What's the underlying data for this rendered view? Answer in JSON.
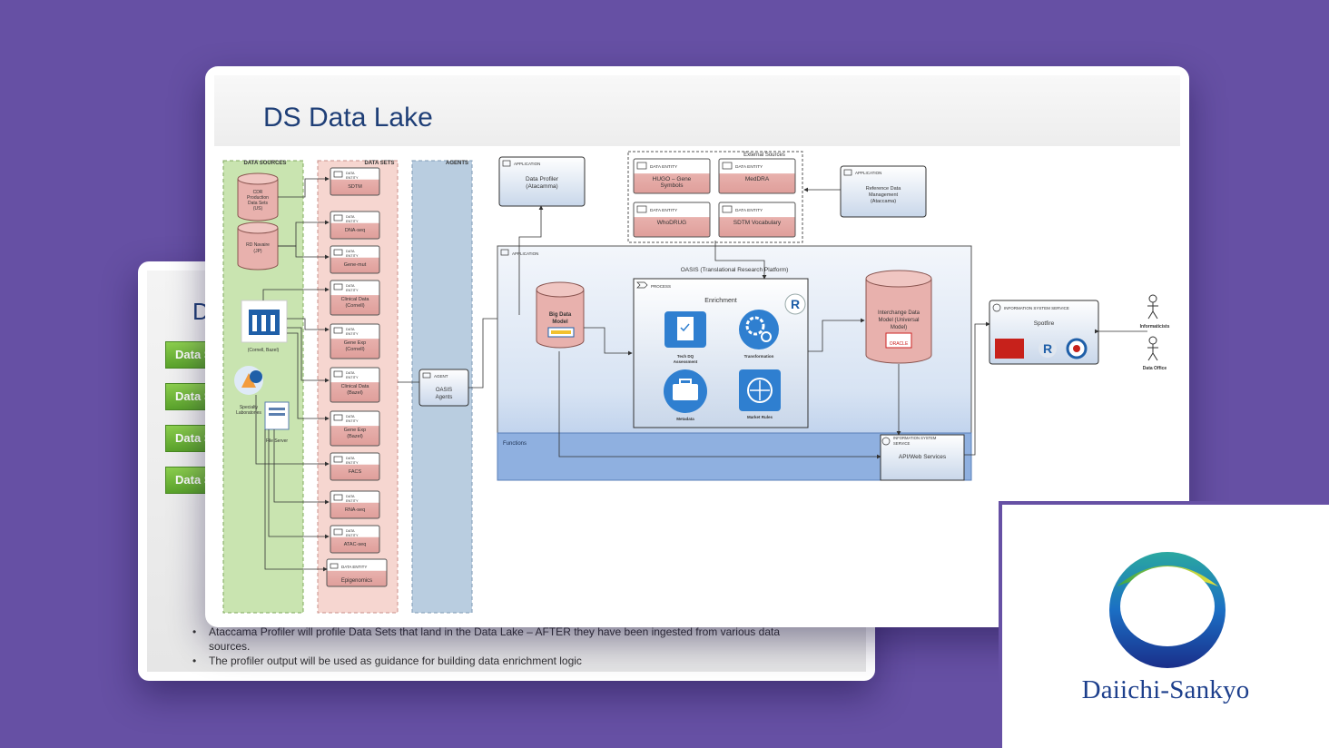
{
  "back_slide": {
    "title_fragment": "D",
    "buttons": [
      "Data S",
      "Data S",
      "Data S",
      "Data S"
    ],
    "bullets": [
      "Ataccama Profiler will profile Data Sets that land in the Data Lake – AFTER they have been ingested from various data sources.",
      "The profiler output will be used as guidance for building data enrichment logic"
    ]
  },
  "front_slide": {
    "title": "DS Data Lake"
  },
  "diagram": {
    "column_headers": {
      "sources": "DATA SOURCES",
      "sets": "DATA SETS",
      "agents": "AGENTS"
    },
    "sources": {
      "cdr": [
        "CDR",
        "Production",
        "Data Sets",
        "(US)"
      ],
      "rd": [
        "RD Navaire",
        "(JP)"
      ],
      "cornell": "(Cornell, Bazel)",
      "specialty": [
        "Specialty",
        "Laboratories"
      ],
      "file_server": "File Server"
    },
    "entity_label": [
      "DATA",
      "ENTITY"
    ],
    "entity_label_single": "DATA ENTITY",
    "data_sets": [
      [
        "SDTM"
      ],
      [
        "DNA-seq"
      ],
      [
        "Gene-mut"
      ],
      [
        "Clinical Data",
        "(Cornell)"
      ],
      [
        "Gene Exp",
        "(Cornell)"
      ],
      [
        "Clinical Data",
        "(Bazel)"
      ],
      [
        "Gene Exp",
        "(Bazel)"
      ],
      [
        "FACS"
      ],
      [
        "RNA-seq"
      ],
      [
        "ATAC-seq"
      ]
    ],
    "epigenomics": "Epigenomics",
    "agent_tag": "AGENT",
    "agent_name": [
      "OASIS",
      "Agents"
    ],
    "application_tag": "APPLICATION",
    "profiler_name": [
      "Data Profiler",
      "(Atacamma)"
    ],
    "external_sources_title": "External Sources",
    "external": [
      [
        "HUGO – Gene",
        "Symbols"
      ],
      [
        "MedDRA"
      ],
      [
        "WhoDRUG"
      ],
      [
        "SDTM Vocabulary"
      ]
    ],
    "ref_data": [
      "Reference Data",
      "Management",
      "(Ataccama)"
    ],
    "oasis_title": "OASIS (Translational Research Platform)",
    "process_tag": "PROCESS",
    "enrichment_title": "Enrichment",
    "enrichment_items": [
      "Tech DQ Assessment",
      "Transformation",
      "Metadata",
      "Market Rules"
    ],
    "tech_dq": [
      "Tech DQ",
      "Assessment"
    ],
    "big_data": [
      "Big Data",
      "Model"
    ],
    "interchange": [
      "Interchange Data",
      "Model (Universal",
      "Model)"
    ],
    "oracle": "ORACLE",
    "functions": "Functions",
    "iss_tag": [
      "INFORMATION SYSTEM",
      "SERVICE"
    ],
    "api": "API/Web Services",
    "spotfire_tag": "INFORMATION SYSTEM SERVICE",
    "spotfire": "Spotfire",
    "actors": [
      "Informaticists",
      "Data Office"
    ],
    "r_letter": "R"
  },
  "logo": {
    "text": "Daiichi-Sankyo"
  },
  "colors": {
    "background": "#6650a4",
    "title": "#1f3f77",
    "entity_fill": "#e8b1ad",
    "sources_col": "#c9e4b0",
    "sets_col": "#f6d6d0",
    "agents_col": "#b9cde0",
    "logo_blue": "#1d3f8c"
  }
}
